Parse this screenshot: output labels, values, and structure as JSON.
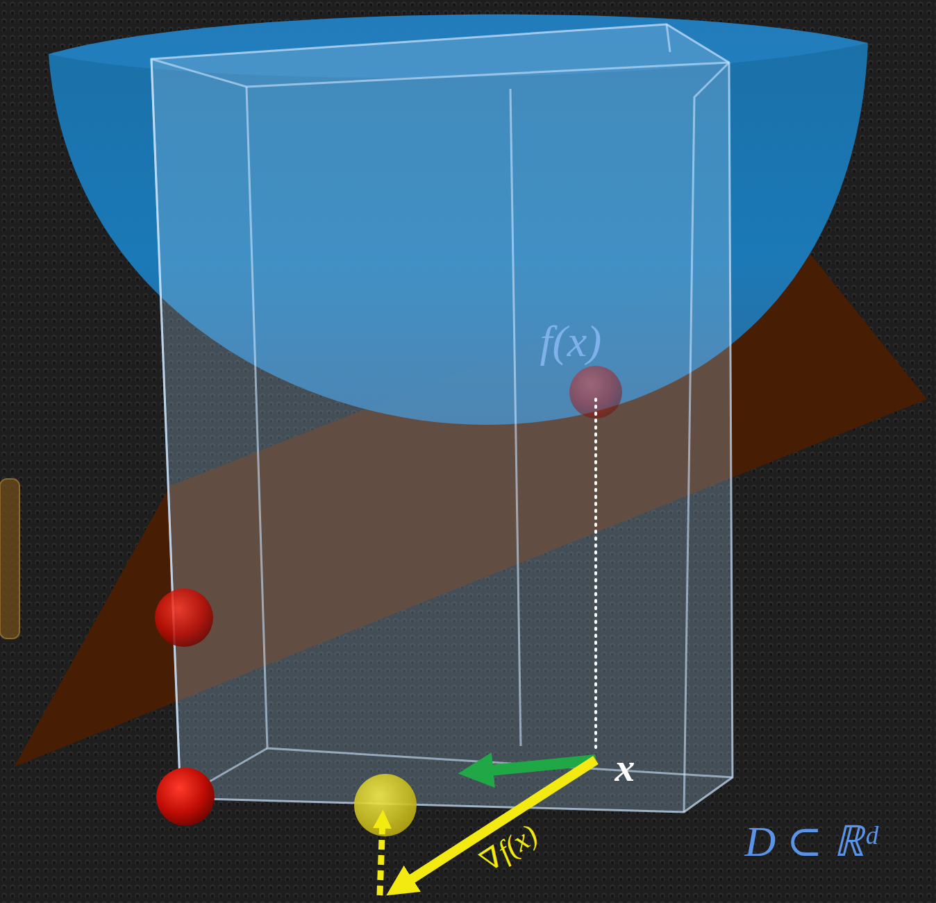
{
  "diagram": {
    "labels": [
      "f(x)",
      "x",
      "∇f(x)",
      "D ⊂ ℝᵈ"
    ]
  }
}
